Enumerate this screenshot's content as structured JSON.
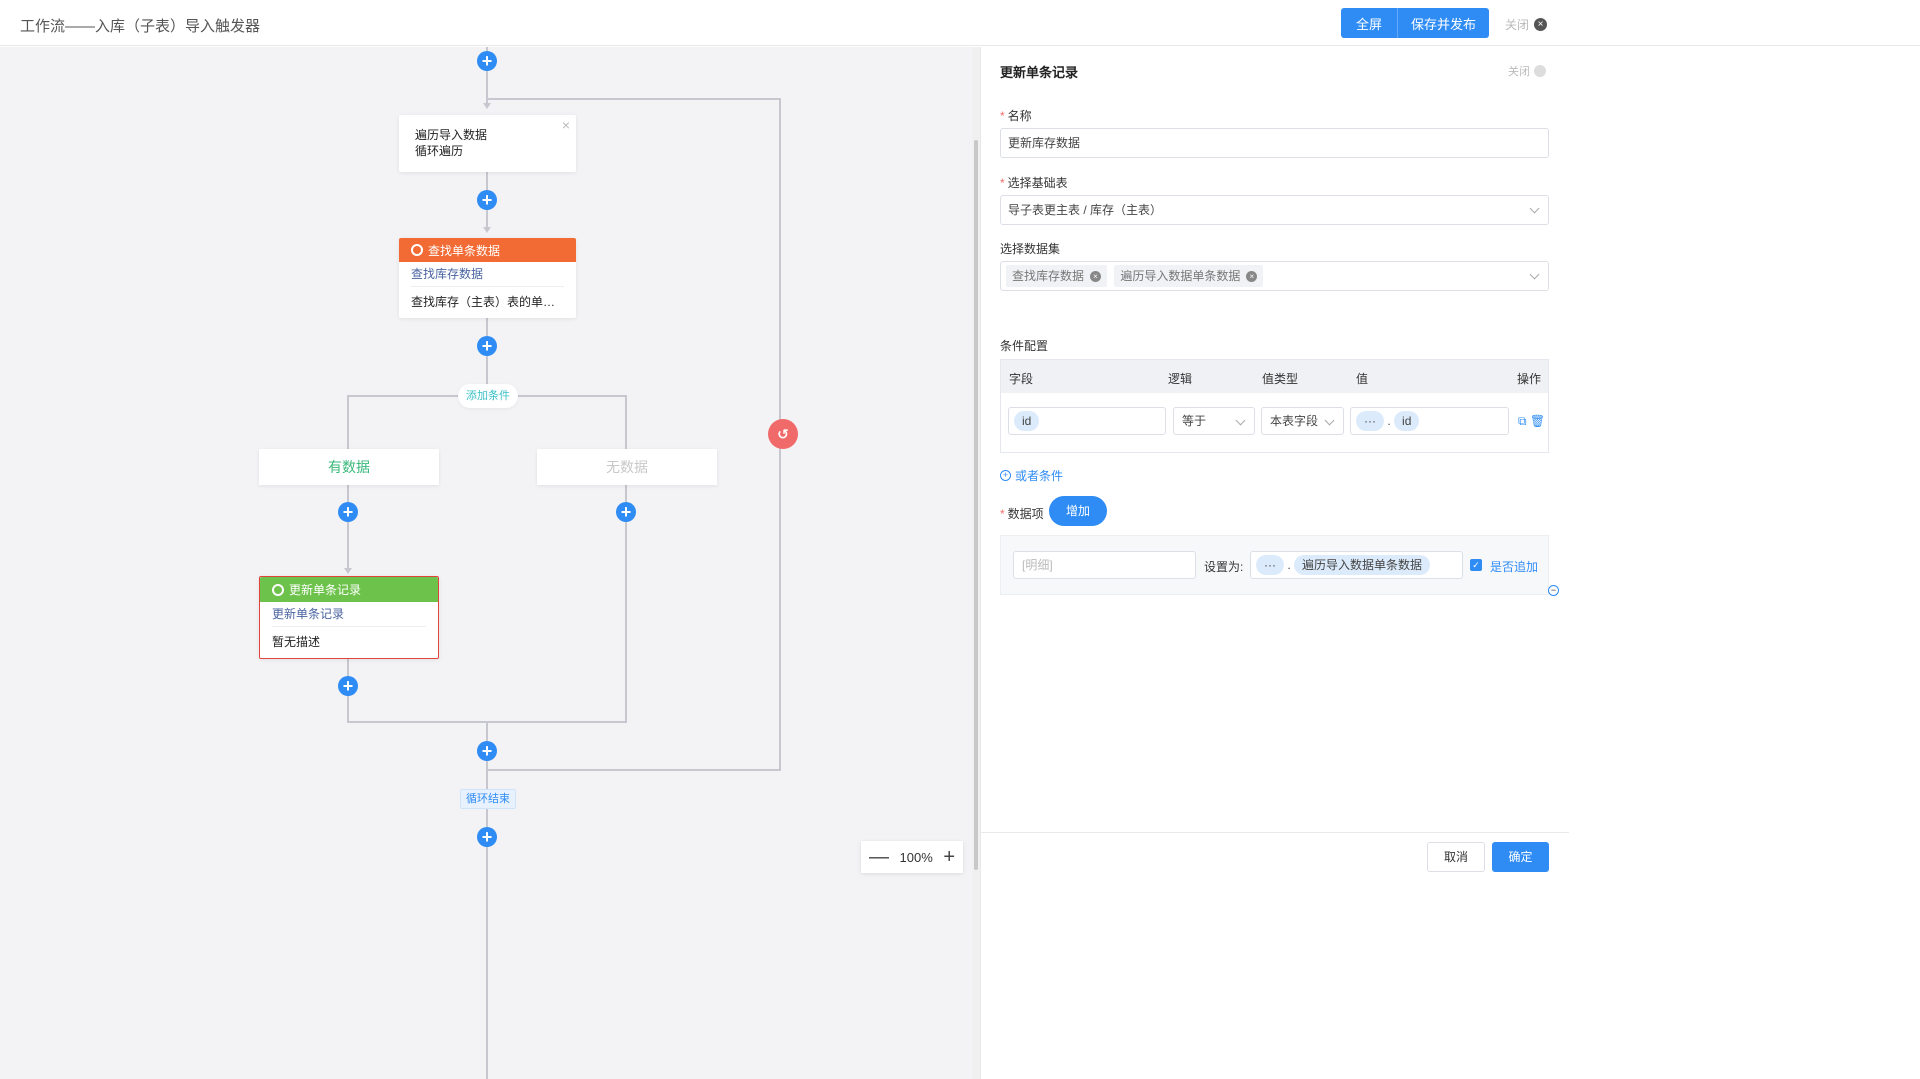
{
  "header": {
    "title": "工作流——入库（子表）导入触发器",
    "fullscreen_label": "全屏",
    "save_publish_label": "保存并发布",
    "close_label": "关闭"
  },
  "canvas": {
    "loop_node": {
      "line1": "遍历导入数据",
      "line2": "循环遍历",
      "close_symbol": "×"
    },
    "find_node": {
      "title": "查找单条数据",
      "subtitle": "查找库存数据",
      "description": "查找库存（主表）表的单条..."
    },
    "add_condition_label": "添加条件",
    "branch_yes": "有数据",
    "branch_no": "无数据",
    "update_node": {
      "title": "更新单条记录",
      "subtitle": "更新单条记录",
      "description": "暂无描述"
    },
    "loop_end_label": "循环结束",
    "zoom": {
      "minus": "—",
      "value": "100%",
      "plus": "+"
    }
  },
  "panel": {
    "title": "更新单条记录",
    "close_label": "关闭",
    "name_label": "名称",
    "name_value": "更新库存数据",
    "base_table_label": "选择基础表",
    "base_table_value": "导子表更主表 / 库存（主表）",
    "dataset_label": "选择数据集",
    "dataset_tags": [
      "查找库存数据",
      "遍历导入数据单条数据"
    ],
    "condition_label": "条件配置",
    "condition_headers": {
      "field": "字段",
      "logic": "逻辑",
      "value_type": "值类型",
      "value": "值",
      "action": "操作"
    },
    "condition_row": {
      "field": "id",
      "logic": "等于",
      "value_type": "本表字段",
      "value_prefix": "···",
      "value_sep": ".",
      "value_field": "id"
    },
    "or_condition_label": "或者条件",
    "data_items_label": "数据项",
    "add_label": "增加",
    "data_item": {
      "field_placeholder": "[明细]",
      "set_as_label": "设置为:",
      "value_prefix": "···",
      "value_sep": ".",
      "value_text": "遍历导入数据单条数据",
      "append_label": "是否追加"
    },
    "cancel_label": "取消",
    "confirm_label": "确定"
  },
  "colors": {
    "primary": "#2f8cf5",
    "find_node_head": "#f26b35",
    "update_node_head": "#6cc24a",
    "branch_yes": "#3ab87a",
    "update_border": "#e0453b"
  }
}
